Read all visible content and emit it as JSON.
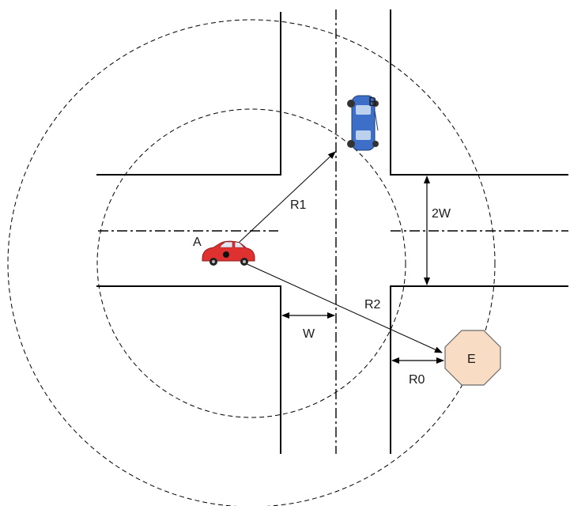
{
  "labels": {
    "vehicle_a": "A",
    "vehicle_b": "B",
    "point_e": "E",
    "r1": "R1",
    "r2": "R2",
    "r0": "R0",
    "w": "W",
    "two_w": "2W"
  },
  "colors": {
    "road_line": "#000000",
    "vehicle_a": "#e03131",
    "vehicle_b": "#3d6fc8",
    "point_e_fill": "#f8dcc4",
    "point_e_stroke": "#6a6a6a"
  }
}
